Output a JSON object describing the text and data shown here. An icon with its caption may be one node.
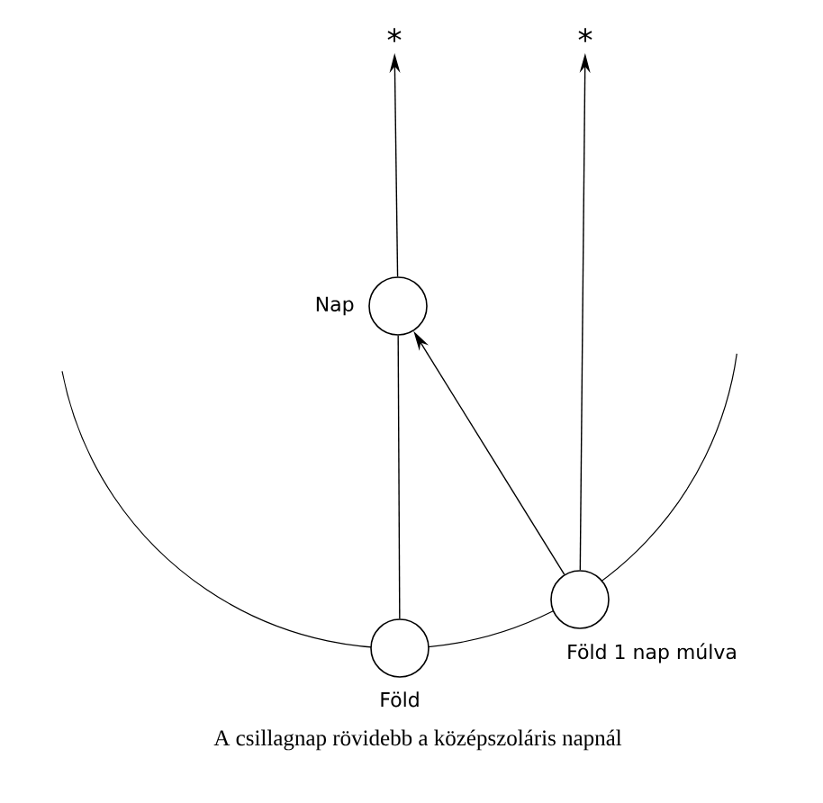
{
  "diagram": {
    "caption": "A csillagnap rövidebb a középszoláris napnál",
    "nodes": [
      {
        "text": [
          "*"
        ]
      },
      {
        "text": [
          "*"
        ]
      },
      {
        "text": [],
        "shape": "circle",
        "beside": [
          "Nap"
        ]
      },
      {
        "text": [],
        "shape": "circle",
        "beside": [
          "Föld 1 nap múlva"
        ]
      },
      {
        "text": [],
        "shape": "circle",
        "beside": [
          "Föld"
        ]
      }
    ],
    "edges": [
      {
        "from": 4,
        "to": 2,
        "arrow": "none"
      },
      {
        "from": 2,
        "to": 0,
        "arrow": "to"
      },
      {
        "from": 3,
        "to": 1,
        "arrow": "to"
      },
      {
        "from": 3,
        "to": 2,
        "arrow": "to"
      }
    ]
  }
}
